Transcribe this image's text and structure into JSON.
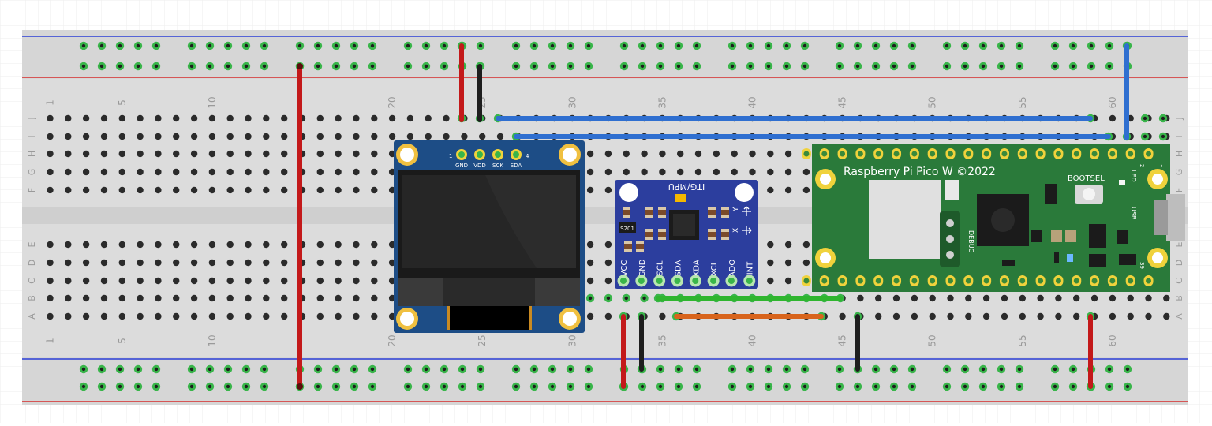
{
  "breadboard": {
    "column_numbers": [
      "1",
      "5",
      "10",
      "20",
      "25",
      "30",
      "35",
      "40",
      "45",
      "50",
      "55",
      "60"
    ],
    "row_letters": [
      "J",
      "I",
      "H",
      "G",
      "F",
      "E",
      "D",
      "C",
      "B",
      "A"
    ]
  },
  "oled": {
    "pin_index_first": "1",
    "pin_index_last": "4",
    "pins": [
      "GND",
      "VDD",
      "SCK",
      "SDA"
    ]
  },
  "mpu": {
    "title": "ITG/MPU",
    "chip_label": "S201",
    "axis_y": "Y",
    "axis_x": "X",
    "pins": [
      "VCC",
      "GND",
      "SCL",
      "SDA",
      "XDA",
      "XCL",
      "ADO",
      "INT"
    ]
  },
  "pico": {
    "title": "Raspberry Pi Pico W ©2022",
    "bootsel": "BOOTSEL",
    "led": "LED",
    "usb": "USB",
    "debug": "DEBUG",
    "pin_2": "2",
    "pin_1": "1",
    "pin_39": "39"
  },
  "colors": {
    "wire_red": "#c3191a",
    "wire_black": "#1e1e1e",
    "wire_blue": "#2f6fd0",
    "wire_green": "#2fb52f",
    "wire_orange": "#d8641c",
    "hole_green": "#39b54a",
    "pcb_green": "#2a7a3a",
    "mpu_blue": "#2c3e9e",
    "oled_blue": "#1d4d86"
  }
}
